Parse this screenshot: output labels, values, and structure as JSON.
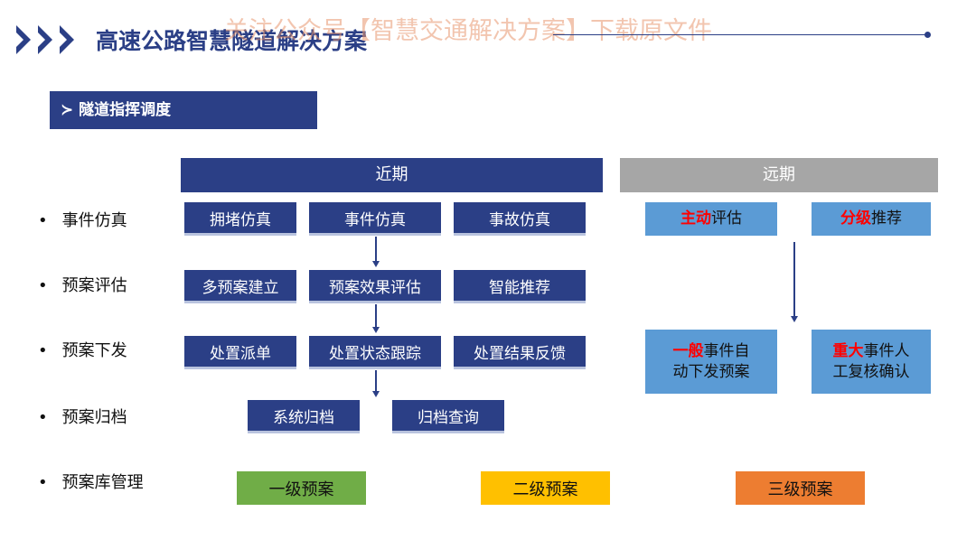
{
  "header": {
    "title": "高速公路智慧隧道解决方案",
    "watermark": "关注公众号【智慧交通解决方案】下载原文件"
  },
  "section": {
    "label": "≻ 隧道指挥调度"
  },
  "columns": {
    "near": "近期",
    "far": "远期"
  },
  "rows": [
    "事件仿真",
    "预案评估",
    "预案下发",
    "预案归档",
    "预案库管理"
  ],
  "near": {
    "sim": [
      "拥堵仿真",
      "事件仿真",
      "事故仿真"
    ],
    "eval": [
      "多预案建立",
      "预案效果评估",
      "智能推荐"
    ],
    "dispatch": [
      "处置派单",
      "处置状态跟踪",
      "处置结果反馈"
    ],
    "archive": [
      "系统归档",
      "归档查询"
    ]
  },
  "far": {
    "active_eval": {
      "highlight": "主动",
      "rest": "评估"
    },
    "graded_rec": {
      "highlight": "分级",
      "rest": "推荐"
    },
    "general": {
      "highlight": "一般",
      "rest1": "事件自",
      "rest2": "动下发预案"
    },
    "major": {
      "highlight": "重大",
      "rest1": "事件人",
      "rest2": "工复核确认"
    }
  },
  "levels": [
    {
      "label": "一级预案",
      "color": "#70ad47"
    },
    {
      "label": "二级预案",
      "color": "#ffc000"
    },
    {
      "label": "三级预案",
      "color": "#ed7d31"
    }
  ],
  "colors": {
    "primary": "#2b3f86",
    "light_blue": "#5b9bd5",
    "gray": "#a6a6a6",
    "highlight": "#ff0000"
  }
}
